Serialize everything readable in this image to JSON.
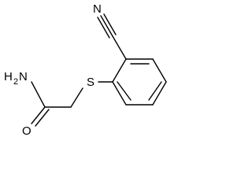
{
  "molecule": {
    "atoms": {
      "nitrile_n": "N",
      "sulfur": "S",
      "amide_o": "O",
      "amide_n": "H",
      "amide_n_sub": "2",
      "amide_n_main": "N"
    }
  }
}
